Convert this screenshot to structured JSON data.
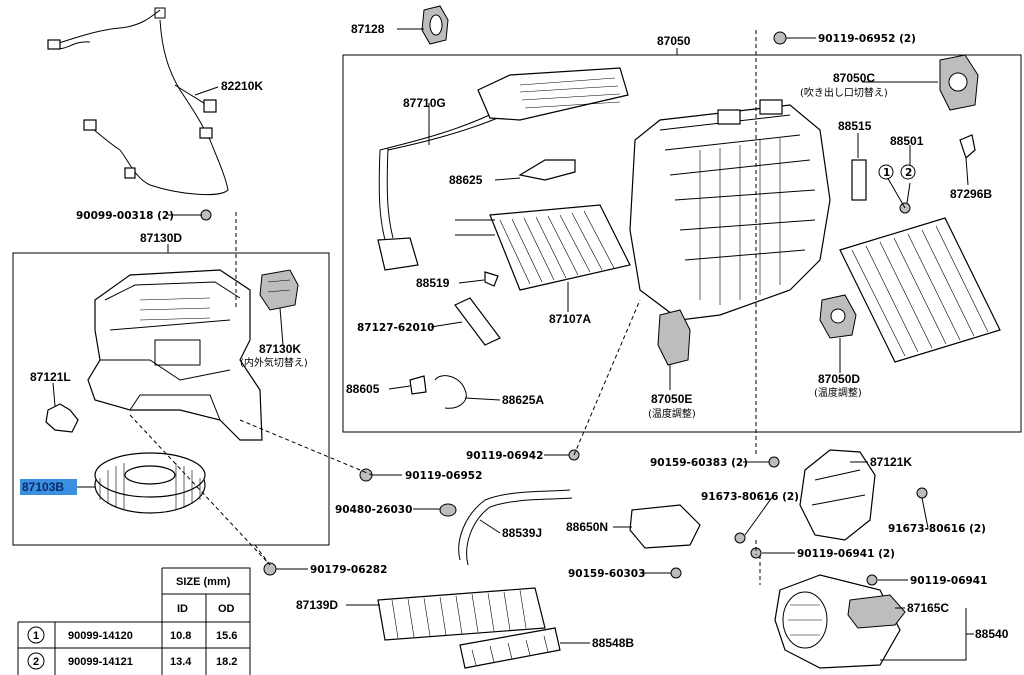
{
  "highlight_color": "#3b8fe0",
  "labels": {
    "p87128": "87128",
    "p87050": "87050",
    "p90119_06952_2": "90119-06952 (2)",
    "p82210k": "82210K",
    "p87710g": "87710G",
    "p87050c": "87050C",
    "p87050c_jp": "(吹き出し口切替え)",
    "p88515": "88515",
    "p88501": "88501",
    "p87296b": "87296B",
    "p88625": "88625",
    "p90099_00318": "90099-00318 (2)",
    "p87130d": "87130D",
    "p88519": "88519",
    "p87107a": "87107A",
    "p87127": "87127-62010",
    "p87130k": "87130K",
    "p87130k_jp": "(内外気切替え)",
    "p87121l": "87121L",
    "p88605": "88605",
    "p88625a": "88625A",
    "p87050e": "87050E",
    "p87050e_jp": "(温度調整)",
    "p87050d": "87050D",
    "p87050d_jp": "(温度調整)",
    "p90119_06942": "90119-06942",
    "p90159_60383": "90159-60383 (2)",
    "p87121k": "87121K",
    "p87103b": "87103B",
    "p90119_06952": "90119-06952",
    "p91673_a": "91673-80616 (2)",
    "p91673_b": "91673-80616 (2)",
    "p90480": "90480-26030",
    "p88539j": "88539J",
    "p88650n": "88650N",
    "p90119_06941_2": "90119-06941 (2)",
    "p90179": "90179-06282",
    "p90159_60303": "90159-60303",
    "p90119_06941": "90119-06941",
    "p87139d": "87139D",
    "p87165c": "87165C",
    "p88540": "88540",
    "p88548b": "88548B"
  },
  "size_table": {
    "title": "SIZE (mm)",
    "col_id": "ID",
    "col_od": "OD",
    "rows": [
      {
        "num": "1",
        "part": "90099-14120",
        "id": "10.8",
        "od": "15.6"
      },
      {
        "num": "2",
        "part": "90099-14121",
        "id": "13.4",
        "od": "18.2"
      }
    ]
  },
  "callouts": {
    "c1": "1",
    "c2": "2"
  }
}
